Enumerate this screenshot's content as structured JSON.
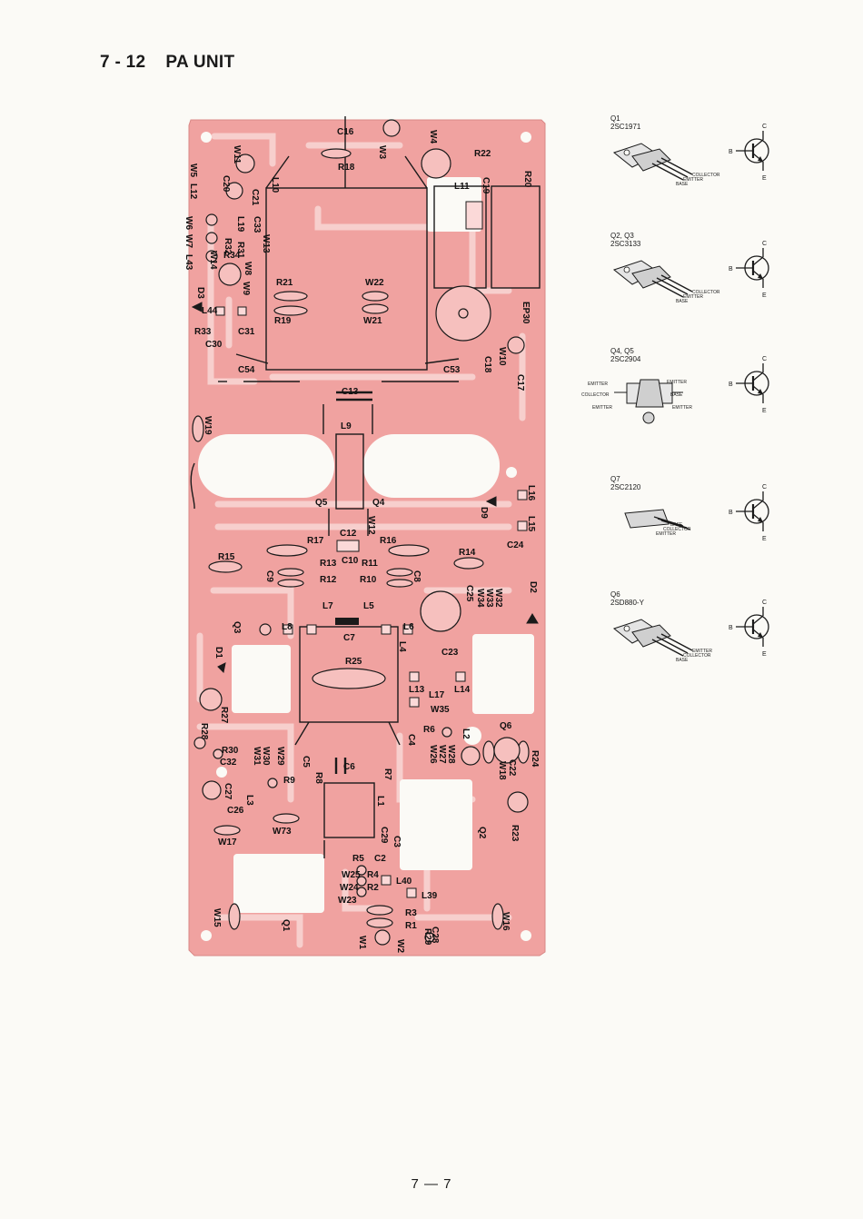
{
  "section": {
    "number": "7 - 12",
    "title": "PA UNIT"
  },
  "page_number": "7 — 7",
  "colors": {
    "board": "#f0a2a0",
    "trace": "#f6c9c7",
    "ink": "#1a1a1a",
    "paper": "#fbfaf6"
  },
  "board_labels": [
    "C16",
    "W4",
    "W3",
    "W11",
    "R18",
    "R22",
    "C20",
    "L10",
    "C19",
    "R20",
    "W5",
    "L12",
    "C21",
    "L11",
    "W6",
    "W7",
    "L43",
    "L19",
    "C33",
    "W13",
    "R32",
    "R31",
    "R34",
    "W14",
    "W8",
    "D3",
    "W9",
    "R21",
    "W22",
    "EP30",
    "L44",
    "R19",
    "W21",
    "R33",
    "C31",
    "C30",
    "C54",
    "C53",
    "C18",
    "W10",
    "C17",
    "C13",
    "W19",
    "L9",
    "Q5",
    "Q4",
    "D9",
    "L16",
    "W12",
    "L15",
    "C12",
    "R17",
    "R16",
    "C24",
    "R15",
    "R13",
    "C10",
    "R11",
    "R14",
    "R12",
    "R10",
    "C9",
    "C8",
    "D2",
    "C25",
    "L7",
    "L5",
    "W34",
    "W33",
    "W32",
    "L8",
    "C7",
    "L6",
    "Q3",
    "L4",
    "C23",
    "D1",
    "R25",
    "L17",
    "L13",
    "L14",
    "W35",
    "R27",
    "R28",
    "R6",
    "Q6",
    "L2",
    "C4",
    "W26",
    "R24",
    "R30",
    "W27",
    "W28",
    "C22",
    "W31",
    "W30",
    "W29",
    "C5",
    "W18",
    "C32",
    "R9",
    "R8",
    "C6",
    "R7",
    "C27",
    "L1",
    "C26",
    "L3",
    "R23",
    "W73",
    "C29",
    "W17",
    "C3",
    "Q2",
    "R5",
    "C2",
    "W25",
    "R4",
    "W24",
    "R2",
    "L40",
    "W23",
    "L39",
    "W15",
    "R3",
    "Q1",
    "R1",
    "C28",
    "R29",
    "W16",
    "W1",
    "W2"
  ],
  "transistors": [
    {
      "ref": "Q1",
      "part": "2SC1971",
      "pins": [
        "COLLECTOR",
        "EMITTER",
        "BASE"
      ]
    },
    {
      "ref": "Q2, Q3",
      "part": "2SC3133",
      "pins": [
        "COLLECTOR",
        "EMITTER",
        "BASE"
      ]
    },
    {
      "ref": "Q4, Q5",
      "part": "2SC2904",
      "pins": [
        "EMITTER",
        "EMITTER",
        "COLLECTOR",
        "BASE",
        "EMITTER",
        "EMITTER"
      ]
    },
    {
      "ref": "Q7",
      "part": "2SC2120",
      "pins": [
        "BASE",
        "COLLECTOR",
        "EMITTER"
      ]
    },
    {
      "ref": "Q6",
      "part": "2SD880-Y",
      "pins": [
        "EMITTER",
        "COLLECTOR",
        "BASE"
      ]
    }
  ],
  "symbol_pins": {
    "base": "B",
    "collector": "C",
    "emitter": "E"
  }
}
